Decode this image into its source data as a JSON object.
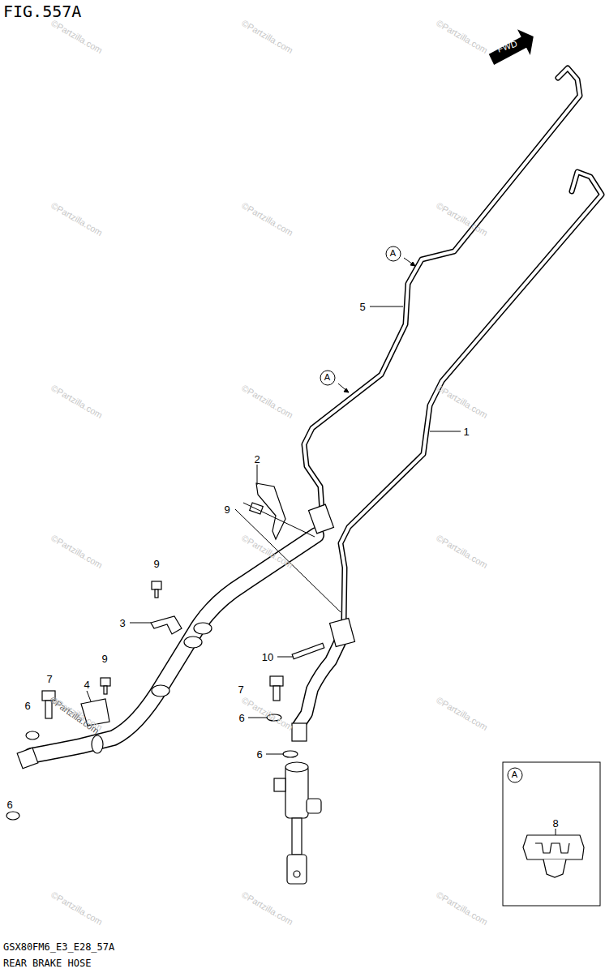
{
  "diagram": {
    "title": "FIG.557A",
    "caption": "REAR BRAKE HOSE",
    "labels": [
      "FWD",
      "A",
      "5",
      "A",
      "1",
      "2",
      "9",
      "9",
      "3",
      "9",
      "4",
      "7",
      "6",
      "6",
      "10",
      "7",
      "6",
      "6",
      "A",
      "8",
      "GSX80FM6_E3_E28_57A",
      "©Partzilla.com",
      "©Partzilla.com",
      "©Partzilla.com",
      "©Partzilla.com",
      "©Partzilla.com",
      "©Partzilla.com",
      "©Partzilla.com",
      "©Partzilla.com",
      "©Partzilla.com",
      "©Partzilla.com",
      "©Partzilla.com",
      "©Partzilla.com",
      "©Partzilla.com",
      "©Partzilla.com",
      "©Partzilla.com",
      "©Partzilla.com",
      "©Partzilla.com",
      "©Partzilla.com",
      "©Partzilla.com"
    ]
  }
}
